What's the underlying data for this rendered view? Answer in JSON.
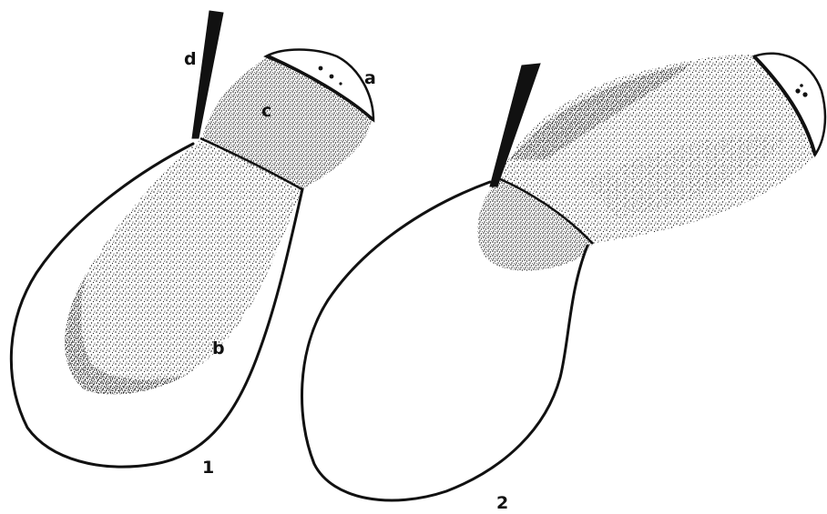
{
  "colors": {
    "ink": "#111111",
    "stipple": "#1a1a1a",
    "background": "#ffffff"
  },
  "figures": [
    {
      "id": "1",
      "number_label": "1",
      "labels": {
        "a": "a",
        "b": "b",
        "c": "c",
        "d": "d"
      }
    },
    {
      "id": "2",
      "number_label": "2",
      "labels": {}
    }
  ]
}
